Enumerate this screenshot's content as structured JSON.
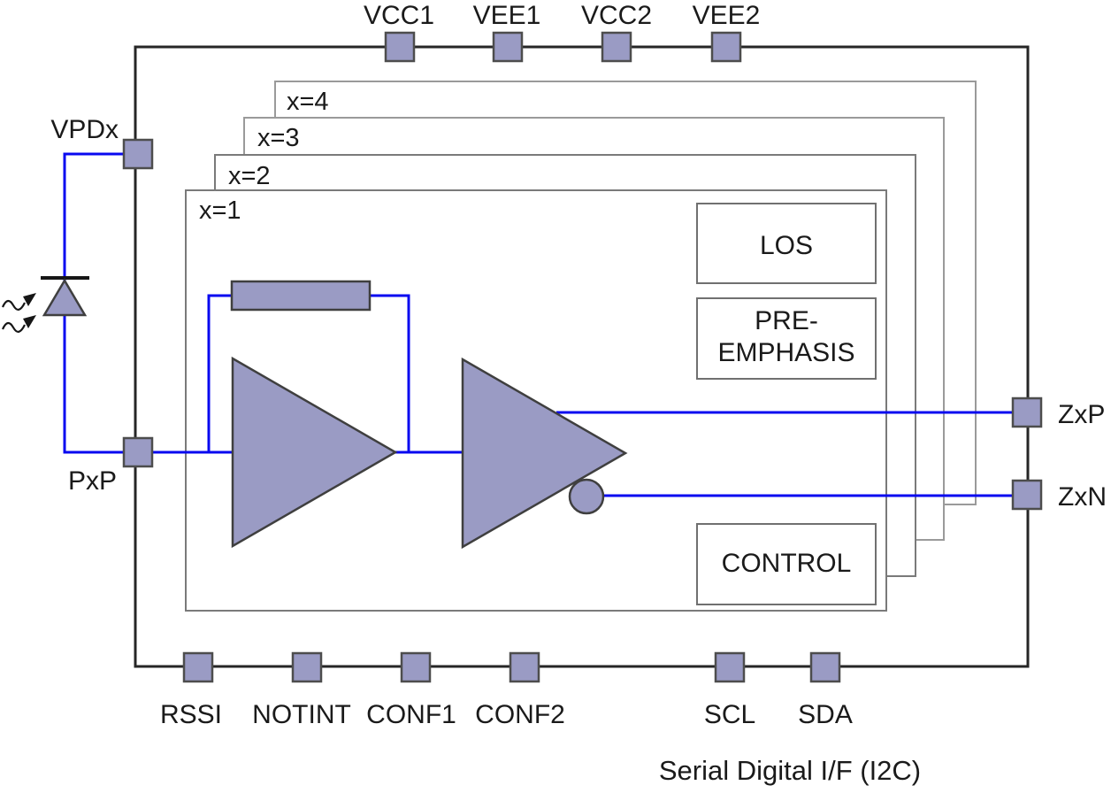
{
  "diagram": {
    "caption": "Serial Digital I/F (I2C)"
  },
  "colors": {
    "wire_blue": "#0808f0",
    "pin_fill": "#9a9bc4",
    "pin_stroke": "#4d4d4d",
    "shape_fill": "#9a9bc4",
    "outer_border": "#262626",
    "channel_border_back": "#9a9a9a",
    "channel_border_front": "#7a7a7a",
    "inner_block_border": "#707070"
  },
  "pins": {
    "top": [
      {
        "label": "VCC1"
      },
      {
        "label": "VEE1"
      },
      {
        "label": "VCC2"
      },
      {
        "label": "VEE2"
      }
    ],
    "left": [
      {
        "label": "VPDx"
      },
      {
        "label": "PxP"
      }
    ],
    "right": [
      {
        "label": "ZxP"
      },
      {
        "label": "ZxN"
      }
    ],
    "bottom": [
      {
        "label": "RSSI"
      },
      {
        "label": "NOTINT"
      },
      {
        "label": "CONF1"
      },
      {
        "label": "CONF2"
      },
      {
        "label": "SCL"
      },
      {
        "label": "SDA"
      }
    ]
  },
  "channels": [
    {
      "label": "x=1"
    },
    {
      "label": "x=2"
    },
    {
      "label": "x=3"
    },
    {
      "label": "x=4"
    }
  ],
  "blocks": {
    "los": "LOS",
    "pre_line1": "PRE-",
    "pre_line2": "EMPHASIS",
    "control": "CONTROL"
  }
}
